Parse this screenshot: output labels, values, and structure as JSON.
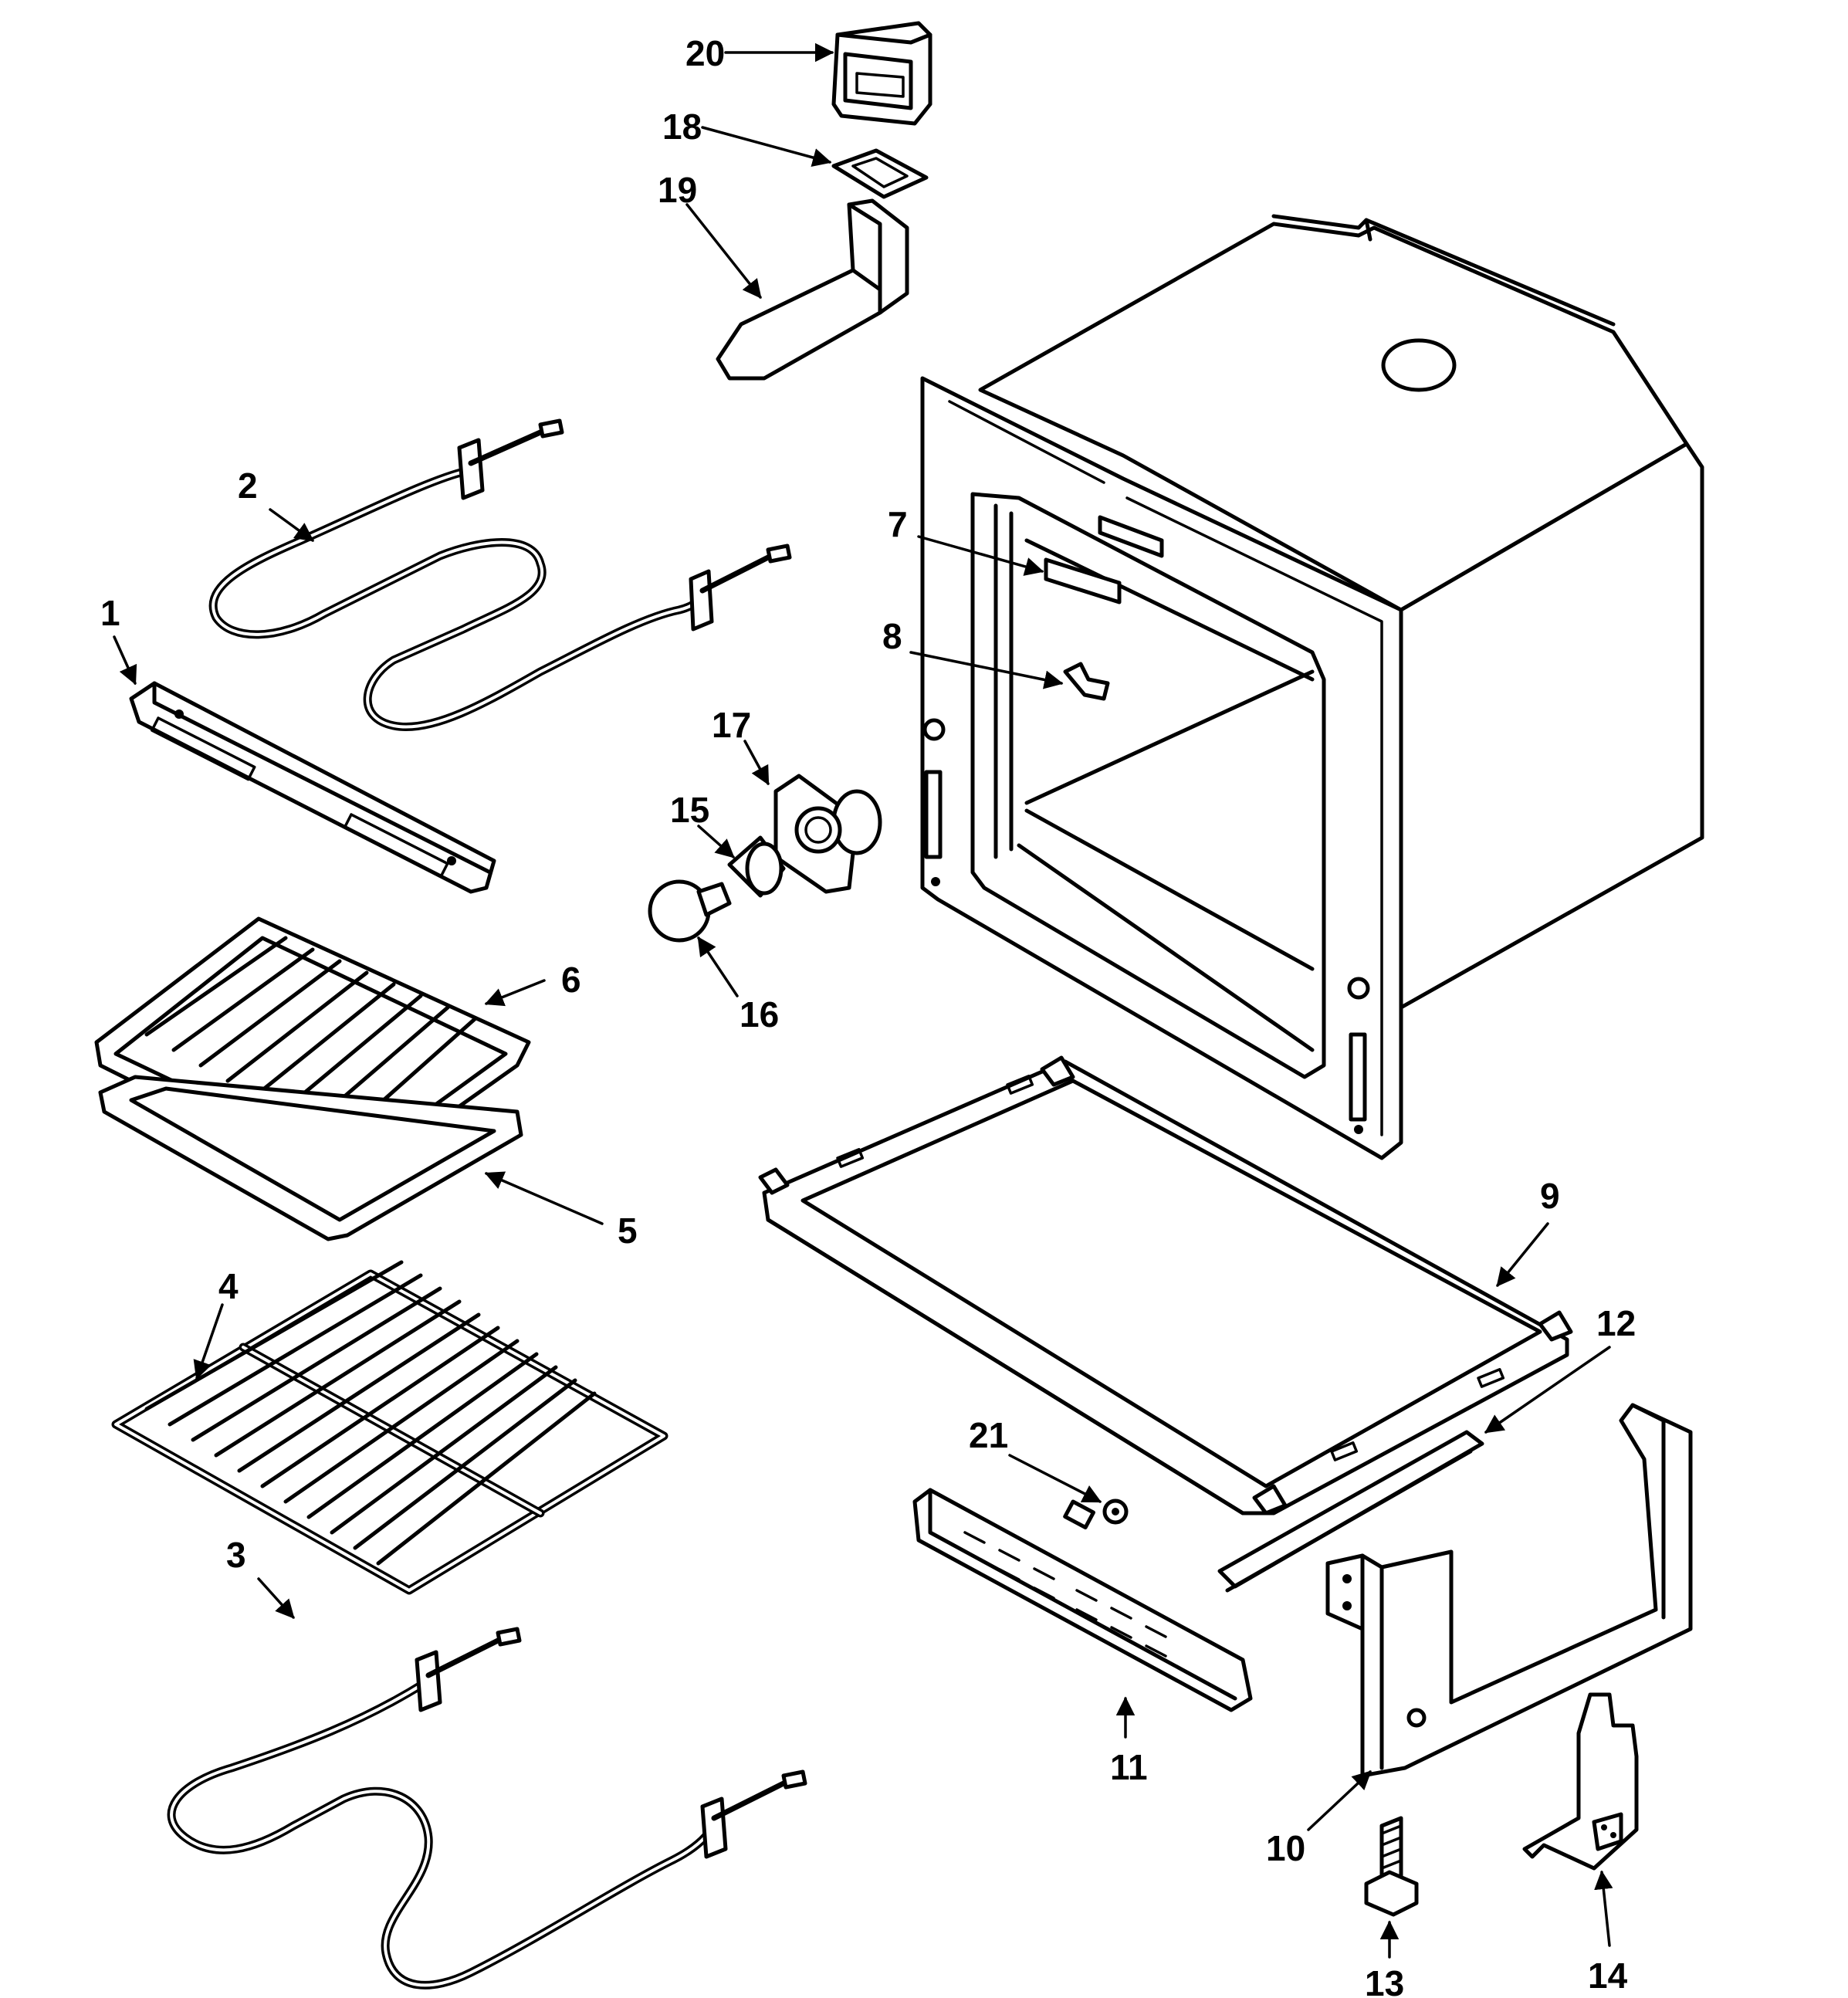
{
  "parts": [
    {
      "id": "1",
      "label": "1"
    },
    {
      "id": "2",
      "label": "2"
    },
    {
      "id": "3",
      "label": "3"
    },
    {
      "id": "4",
      "label": "4"
    },
    {
      "id": "5",
      "label": "5"
    },
    {
      "id": "6",
      "label": "6"
    },
    {
      "id": "7",
      "label": "7"
    },
    {
      "id": "8",
      "label": "8"
    },
    {
      "id": "9",
      "label": "9"
    },
    {
      "id": "10",
      "label": "10"
    },
    {
      "id": "11",
      "label": "11"
    },
    {
      "id": "12",
      "label": "12"
    },
    {
      "id": "13",
      "label": "13"
    },
    {
      "id": "14",
      "label": "14"
    },
    {
      "id": "15",
      "label": "15"
    },
    {
      "id": "16",
      "label": "16"
    },
    {
      "id": "17",
      "label": "17"
    },
    {
      "id": "18",
      "label": "18"
    },
    {
      "id": "19",
      "label": "19"
    },
    {
      "id": "20",
      "label": "20"
    },
    {
      "id": "21",
      "label": "21"
    }
  ]
}
